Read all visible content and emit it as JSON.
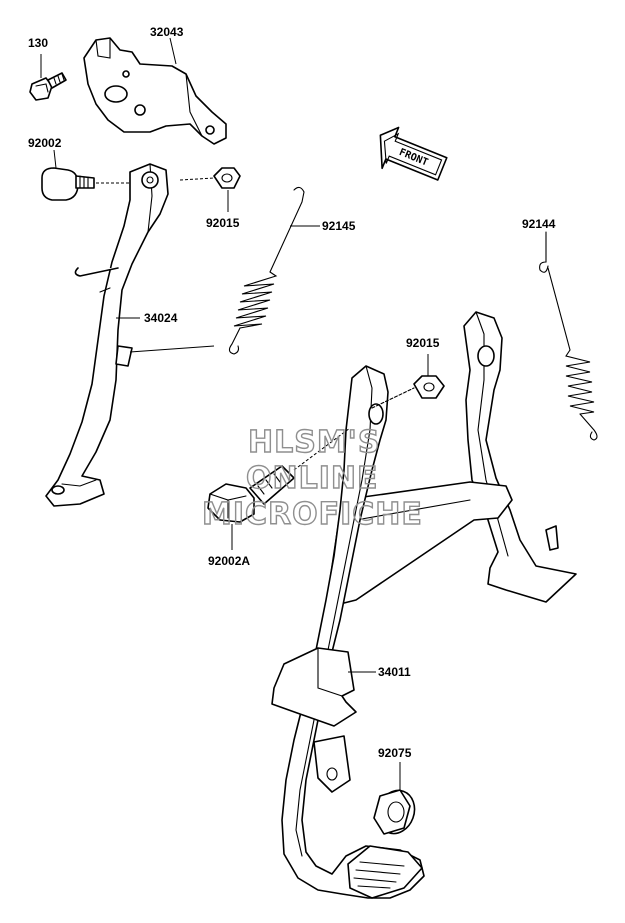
{
  "diagram": {
    "labels": {
      "p130": "130",
      "p32043": "32043",
      "p92002": "92002",
      "p92015_a": "92015",
      "p92145": "92145",
      "p92144": "92144",
      "p34024": "34024",
      "p92015_b": "92015",
      "p92002A": "92002A",
      "p34011": "34011",
      "p92075": "92075"
    },
    "front_arrow": "FRONT",
    "watermark": {
      "line1": "HLSM'S",
      "line2": "ONLINE",
      "line3": "MICROFICHE"
    }
  }
}
